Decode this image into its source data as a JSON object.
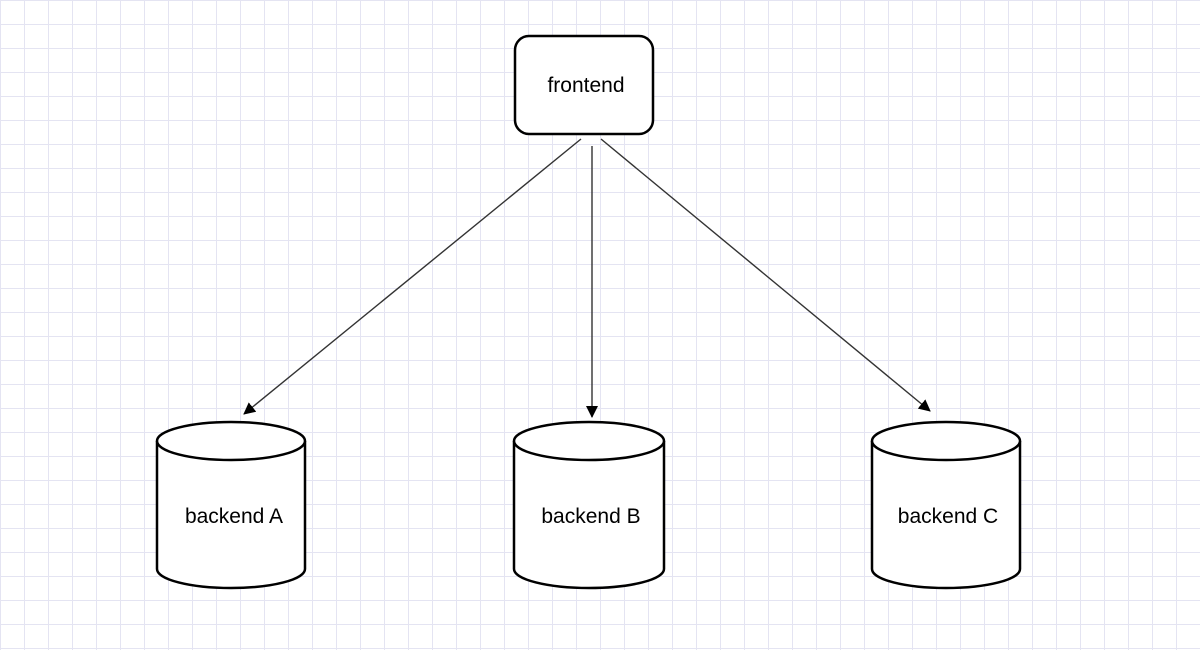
{
  "diagram": {
    "nodes": {
      "frontend": {
        "label": "frontend",
        "shape": "rounded-rectangle"
      },
      "backend_a": {
        "label": "backend A",
        "shape": "cylinder"
      },
      "backend_b": {
        "label": "backend B",
        "shape": "cylinder"
      },
      "backend_c": {
        "label": "backend C",
        "shape": "cylinder"
      }
    },
    "edges": [
      {
        "from": "frontend",
        "to": "backend A"
      },
      {
        "from": "frontend",
        "to": "backend B"
      },
      {
        "from": "frontend",
        "to": "backend C"
      }
    ],
    "grid": true
  }
}
